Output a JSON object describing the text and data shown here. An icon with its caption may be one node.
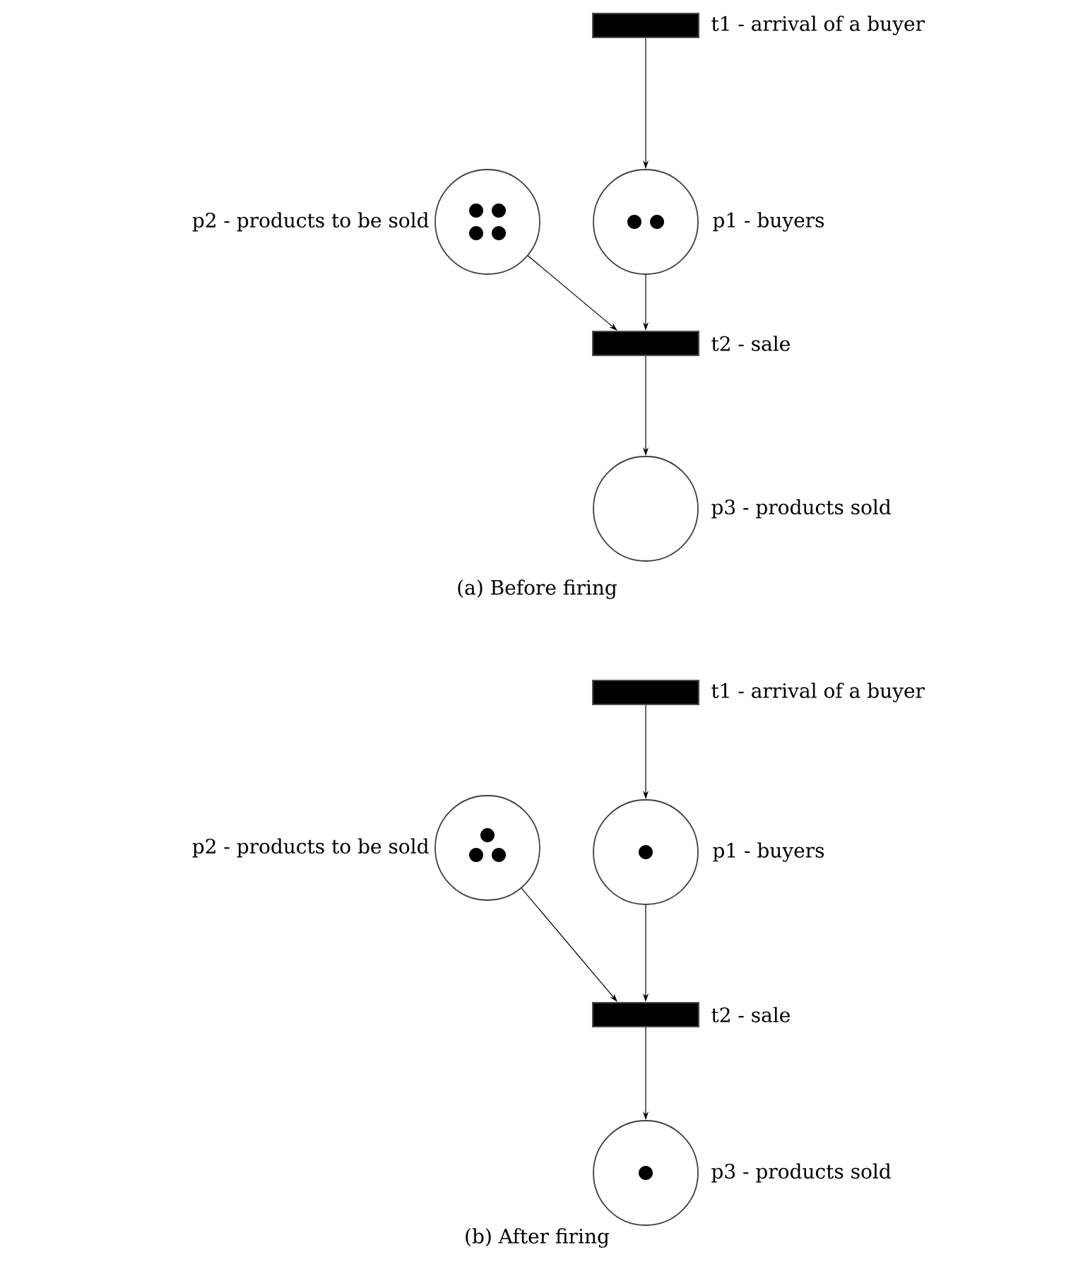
{
  "diagram": {
    "nodes": [
      {
        "text": [],
        "shape": "bar",
        "beside": [
          "t1 - arrival of a buyer"
        ]
      },
      {
        "text": [],
        "shape": "circle",
        "beside": [
          "p2 - products to be sold"
        ]
      },
      {
        "text": [],
        "shape": "circle",
        "beside": [
          "p1 - buyers"
        ]
      },
      {
        "text": [],
        "shape": "bar",
        "beside": [
          "t2 - sale"
        ]
      },
      {
        "text": [],
        "shape": "circle",
        "beside": [
          "p3 - products sold"
        ]
      },
      {
        "text": [],
        "shape": "bar",
        "beside": [
          "t1 - arrival of a buyer"
        ]
      },
      {
        "text": [],
        "shape": "circle",
        "beside": [
          "p2 - products to be sold"
        ]
      },
      {
        "text": [],
        "shape": "circle",
        "beside": [
          "p1 - buyers"
        ]
      },
      {
        "text": [],
        "shape": "bar",
        "beside": [
          "t2 - sale"
        ]
      },
      {
        "text": [],
        "shape": "circle",
        "beside": [
          "p3 - products sold"
        ]
      }
    ],
    "edges": [
      {
        "from": 0,
        "to": 2,
        "arrow": "to"
      },
      {
        "from": 1,
        "to": 3,
        "arrow": "to"
      },
      {
        "from": 2,
        "to": 3,
        "arrow": "to"
      },
      {
        "from": 3,
        "to": 4,
        "arrow": "to"
      },
      {
        "from": 5,
        "to": 7,
        "arrow": "to"
      },
      {
        "from": 6,
        "to": 8,
        "arrow": "to"
      },
      {
        "from": 7,
        "to": 8,
        "arrow": "to"
      },
      {
        "from": 8,
        "to": 9,
        "arrow": "to"
      }
    ],
    "labels": [
      "(a) Before firing",
      "(b) After firing"
    ]
  }
}
